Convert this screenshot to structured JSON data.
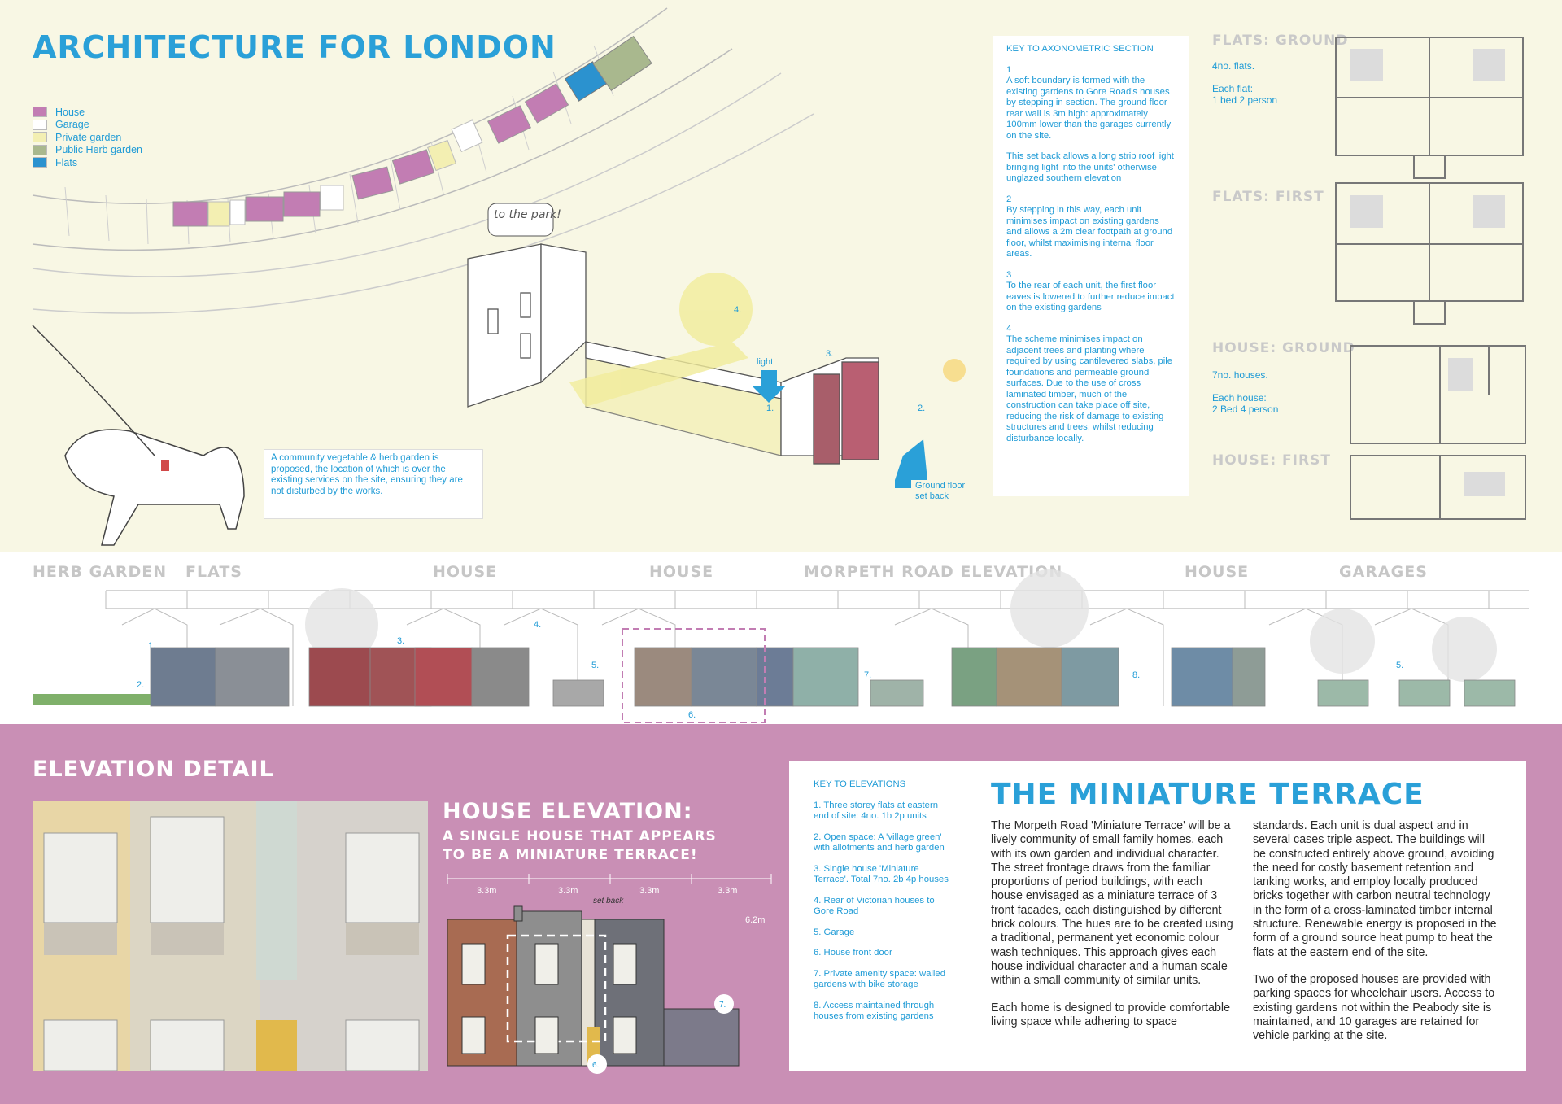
{
  "colors": {
    "accent": "#2aa0d8",
    "house": "#c27db3",
    "garage": "#ffffff",
    "private_garden": "#f3efb2",
    "public_herb_garden": "#a9b88e",
    "flats": "#2b92cf",
    "pink_band": "#c98fb5"
  },
  "header": {
    "title": "ARCHITECTURE FOR LONDON"
  },
  "legend": {
    "items": [
      {
        "label": "House",
        "color": "#c27db3"
      },
      {
        "label": "Garage",
        "color": "#ffffff"
      },
      {
        "label": "Private garden",
        "color": "#f3efb2"
      },
      {
        "label": "Public Herb garden",
        "color": "#a9b88e"
      },
      {
        "label": "Flats",
        "color": "#2b92cf"
      }
    ]
  },
  "sketch": {
    "speech": "to the park!",
    "light_label": "light",
    "ground_floor_label": "Ground floor",
    "set_back_label": "set back",
    "markers": [
      "1.",
      "2.",
      "3.",
      "4."
    ]
  },
  "community_note": "A community vegetable & herb garden is proposed, the location of which is over the existing services on the site, ensuring they are not disturbed by the works.",
  "key_axo": {
    "title": "KEY TO AXONOMETRIC SECTION",
    "items": [
      {
        "num": "1",
        "text": "A soft boundary is formed with the existing gardens to Gore Road's houses by stepping in section. The ground floor rear wall is 3m high: approximately 100mm lower than the garages currently on the site."
      },
      {
        "num": "",
        "text": "This set back allows a long strip roof light bringing light into the units' otherwise unglazed southern elevation"
      },
      {
        "num": "2",
        "text": "By stepping in this way, each unit minimises impact on existing gardens and allows a 2m clear footpath at ground floor, whilst maximising internal floor areas."
      },
      {
        "num": "3",
        "text": "To the rear of each unit, the first floor eaves is lowered to further reduce impact on the existing gardens"
      },
      {
        "num": "4",
        "text": "The scheme minimises impact on adjacent trees and planting where required by using cantilevered slabs, pile foundations and permeable ground surfaces. Due to the use of cross laminated timber, much of the construction can take place off site, reducing the risk of damage to existing structures and trees, whilst reducing disturbance locally."
      }
    ]
  },
  "plans": [
    {
      "label": "FLATS: GROUND",
      "lines": [
        "4no. flats.",
        "",
        "Each flat:",
        "1 bed 2 person"
      ]
    },
    {
      "label": "FLATS: FIRST",
      "lines": []
    },
    {
      "label": "HOUSE: GROUND",
      "lines": [
        "7no. houses.",
        "",
        "Each house:",
        "2 Bed 4 person"
      ]
    },
    {
      "label": "HOUSE: FIRST",
      "lines": []
    }
  ],
  "elevation": {
    "labels": [
      "HERB GARDEN",
      "FLATS",
      "HOUSE",
      "HOUSE",
      "MORPETH ROAD ELEVATION",
      "HOUSE",
      "GARAGES"
    ],
    "markers": [
      "1.",
      "2.",
      "3.",
      "4.",
      "5.",
      "6.",
      "7.",
      "8.",
      "5."
    ]
  },
  "elevation_detail": {
    "title": "ELEVATION DETAIL"
  },
  "house_elevation": {
    "title": "HOUSE ELEVATION:",
    "subtitle_1": "A SINGLE HOUSE THAT APPEARS",
    "subtitle_2": "TO BE A MINIATURE TERRACE!",
    "dims": [
      "3.3m",
      "3.3m",
      "3.3m",
      "3.3m",
      "6.2m"
    ],
    "setback": "set back",
    "markers": [
      "6.",
      "7."
    ]
  },
  "key_elev": {
    "title": "KEY TO ELEVATIONS",
    "items": [
      "1. Three storey flats at eastern end of site: 4no. 1b 2p units",
      "2. Open space: A 'village green' with allotments and herb garden",
      "3. Single house 'Miniature Terrace'. Total 7no. 2b 4p houses",
      "4. Rear of Victorian houses to Gore Road",
      "5. Garage",
      "6. House front door",
      "7. Private amenity space: walled gardens with bike storage",
      "8. Access maintained through houses from existing gardens"
    ]
  },
  "terrace": {
    "title": "THE MINIATURE TERRACE",
    "col1": [
      "The Morpeth Road 'Miniature Terrace' will be a lively community of small family homes, each with its own garden and individual character. The street frontage draws from the familiar proportions of period buildings, with each house envisaged as a miniature terrace of 3 front facades, each distinguished by different brick colours. The hues are to be created using a traditional, permanent yet economic colour wash techniques. This approach gives each house individual character and a human scale within a small community of similar units.",
      "Each home is designed to provide comfortable living space while adhering to space"
    ],
    "col2": [
      "standards. Each unit is dual aspect and in several cases triple aspect. The buildings will be constructed entirely above ground, avoiding the need for costly basement retention and tanking works, and employ locally produced bricks together with carbon neutral technology in the form of a cross-laminated timber internal structure. Renewable energy is proposed in the form of a ground source heat pump to heat the flats at the eastern end of the site.",
      "Two of the proposed houses are provided with parking spaces for wheelchair users. Access to existing gardens not within the Peabody site is maintained, and 10 garages are retained for vehicle parking at the site."
    ]
  }
}
